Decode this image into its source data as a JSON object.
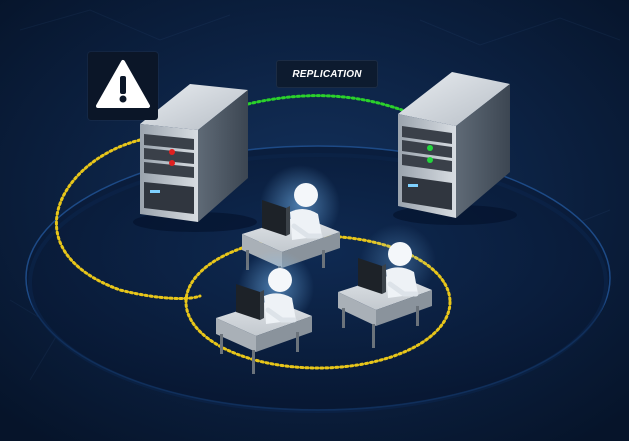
{
  "replication": {
    "label": "REPLICATION",
    "link_color": "#2bd12b"
  },
  "network": {
    "ring_color": "#e8c61a"
  },
  "primary_server": {
    "status": "failed",
    "led_color": "#e02020"
  },
  "secondary_server": {
    "status": "active",
    "led_color": "#22d63c"
  },
  "alert": {
    "icon": "warning-triangle-icon"
  },
  "workstations": [
    {
      "icon": "user-at-desk"
    },
    {
      "icon": "user-at-desk"
    },
    {
      "icon": "user-at-desk"
    }
  ],
  "colors": {
    "background": "#0a1a33",
    "platform": "#0c1f3d"
  }
}
